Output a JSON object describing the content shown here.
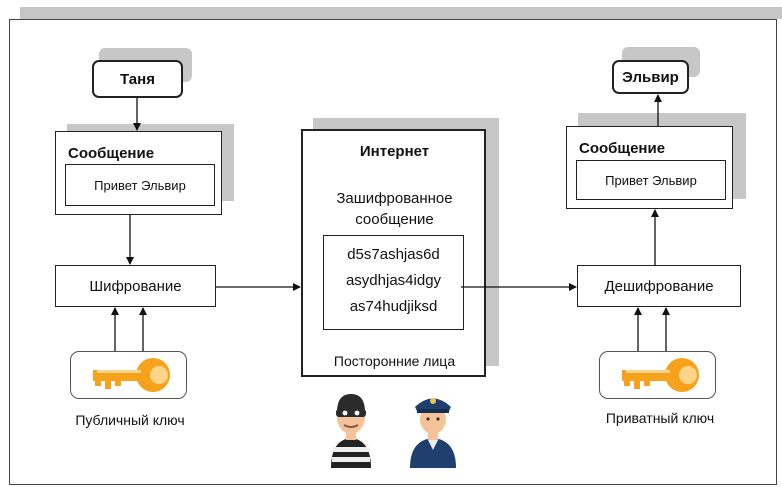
{
  "sender": {
    "name": "Таня"
  },
  "receiver": {
    "name": "Эльвир"
  },
  "left_message": {
    "title": "Сообщение",
    "text": "Привет Эльвир"
  },
  "right_message": {
    "title": "Сообщение",
    "text": "Привет Эльвир"
  },
  "encryption": {
    "label": "Шифрование"
  },
  "decryption": {
    "label": "Дешифрование"
  },
  "internet": {
    "title": "Интернет",
    "subtitle_line1": "Зашифрованное",
    "subtitle_line2": "сообщение",
    "cipher_lines": [
      "d5s7ashjas6d",
      "asydhjas4idgy",
      "as74hudjiksd"
    ],
    "footer": "Посторонние лица"
  },
  "public_key": {
    "label": "Публичный ключ"
  },
  "private_key": {
    "label": "Приватный ключ"
  },
  "icons": {
    "key": "key-icon",
    "thief": "thief-icon",
    "police": "police-officer-icon"
  },
  "colors": {
    "key_orange": "#f7a21b",
    "key_light": "#fdd48a",
    "shadow_gray": "#c7c7c7",
    "police_blue": "#1f3f6e",
    "skin": "#f5c39a"
  }
}
